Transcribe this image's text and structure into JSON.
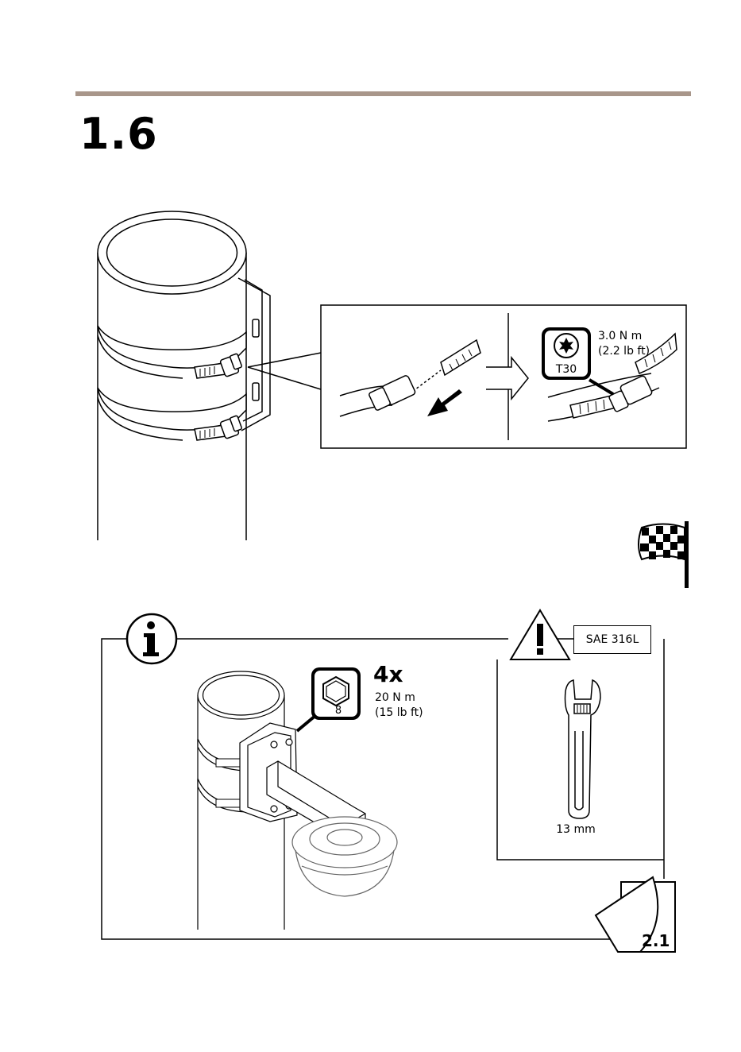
{
  "page": {
    "step_number": "1.6"
  },
  "detail_panel": {
    "torque_metric": "3.0 N m",
    "torque_imperial": "(2.2 lb ft)",
    "bit_size": "T30"
  },
  "info_panel": {
    "screw_count": "4x",
    "torque_metric": "20 N m",
    "torque_imperial": "(15 lb ft)",
    "hex_size": "8"
  },
  "warning_panel": {
    "material": "SAE 316L",
    "wrench_size": "13 mm"
  },
  "reference": {
    "see_step": "2.1"
  },
  "icons": [
    "hose-clamp-icon",
    "arrow-icon",
    "torx-bit-icon",
    "checkered-flag-icon",
    "info-icon",
    "hex-bit-icon",
    "warning-icon",
    "adjustable-wrench-icon",
    "page-flip-icon"
  ]
}
